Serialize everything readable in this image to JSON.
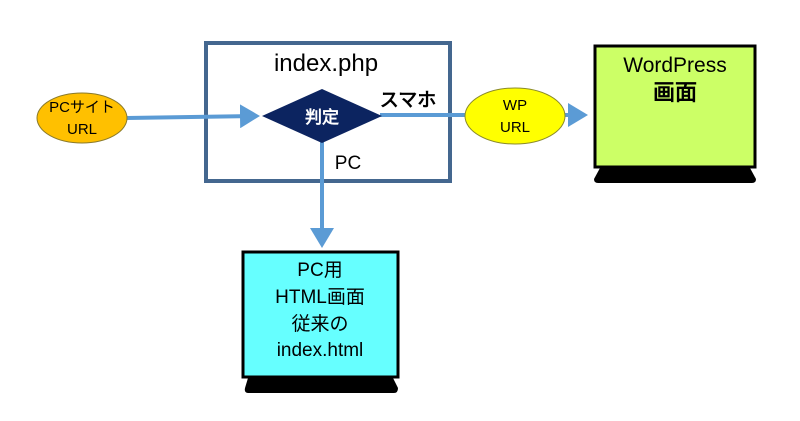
{
  "index_box": {
    "title": "index.php"
  },
  "input_url": {
    "line1": "PCサイト",
    "line2": "URL"
  },
  "decision": {
    "label": "判定",
    "branch_smartphone": "スマホ",
    "branch_pc": "PC"
  },
  "wp_url": {
    "line1": "WP",
    "line2": "URL"
  },
  "wordpress_screen": {
    "line1": "WordPress",
    "line2": "画面"
  },
  "pc_screen": {
    "line1": "PC用",
    "line2": "HTML画面",
    "line3": "従来の",
    "line4": "index.html"
  },
  "colors": {
    "box_border": "#44678f",
    "arrow": "#5b9bd5",
    "pc_url": "#ffc000",
    "diamond": "#0c2460",
    "wp_url": "#ffff00",
    "wp_screen": "#ccff66",
    "pc_screen": "#66ffff"
  }
}
